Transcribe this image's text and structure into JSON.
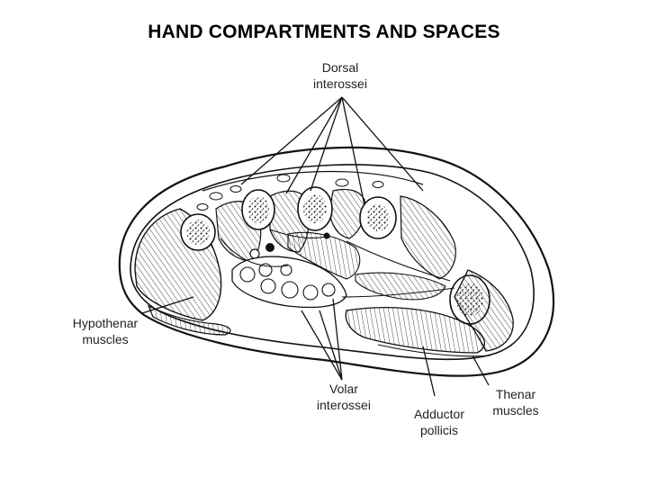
{
  "title": "HAND COMPARTMENTS AND SPACES",
  "labels": {
    "dorsal_interossei": [
      "Dorsal",
      "interossei"
    ],
    "hypothenar_muscles": [
      "Hypothenar",
      "muscles"
    ],
    "volar_interossei": [
      "Volar",
      "interossei"
    ],
    "adductor_pollicis": [
      "Adductor",
      "pollicis"
    ],
    "thenar_muscles": [
      "Thenar",
      "muscles"
    ]
  }
}
